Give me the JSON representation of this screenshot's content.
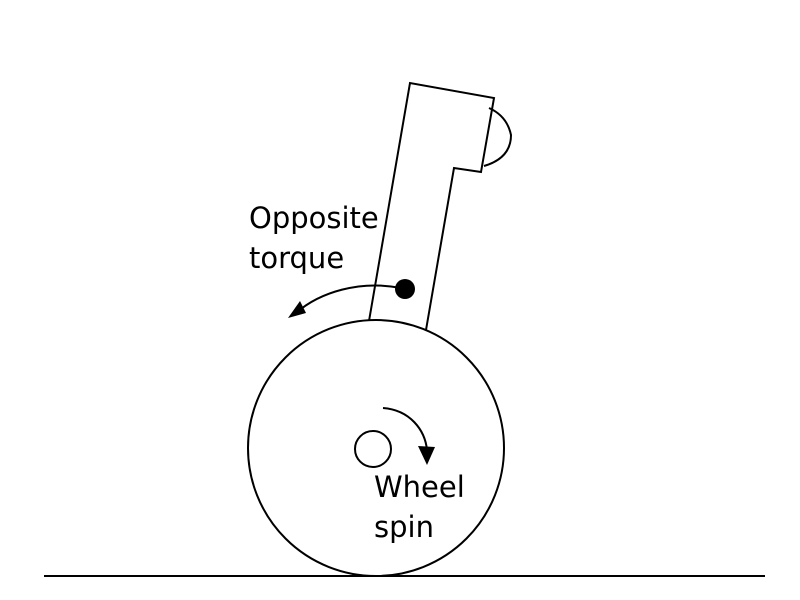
{
  "labels": {
    "opposite_torque": {
      "line1": "Opposite",
      "line2": "torque"
    },
    "wheel_spin": {
      "line1": "Wheel",
      "line2": "spin"
    }
  },
  "colors": {
    "stroke": "#000000",
    "background": "#ffffff"
  },
  "icons": {
    "torque_arrow": "curved-arrow-counterclockwise-icon",
    "spin_arrow": "curved-arrow-clockwise-icon"
  }
}
